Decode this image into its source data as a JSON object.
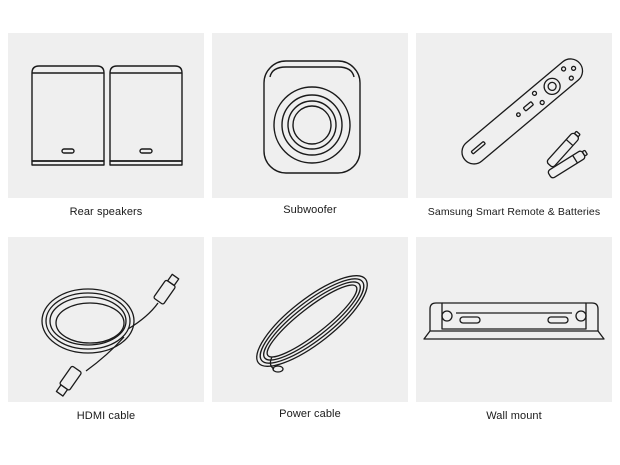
{
  "items": [
    {
      "label": "Rear speakers",
      "icon": "rear-speakers-icon"
    },
    {
      "label": "Subwoofer",
      "icon": "subwoofer-icon"
    },
    {
      "label": "Samsung Smart Remote & Batteries",
      "icon": "remote-batteries-icon"
    },
    {
      "label": "HDMI cable",
      "icon": "hdmi-cable-icon"
    },
    {
      "label": "Power cable",
      "icon": "power-cable-icon"
    },
    {
      "label": "Wall mount",
      "icon": "wall-mount-icon"
    }
  ],
  "colors": {
    "tile": "#efefef",
    "line": "#1a1a1a",
    "background": "#ffffff"
  }
}
